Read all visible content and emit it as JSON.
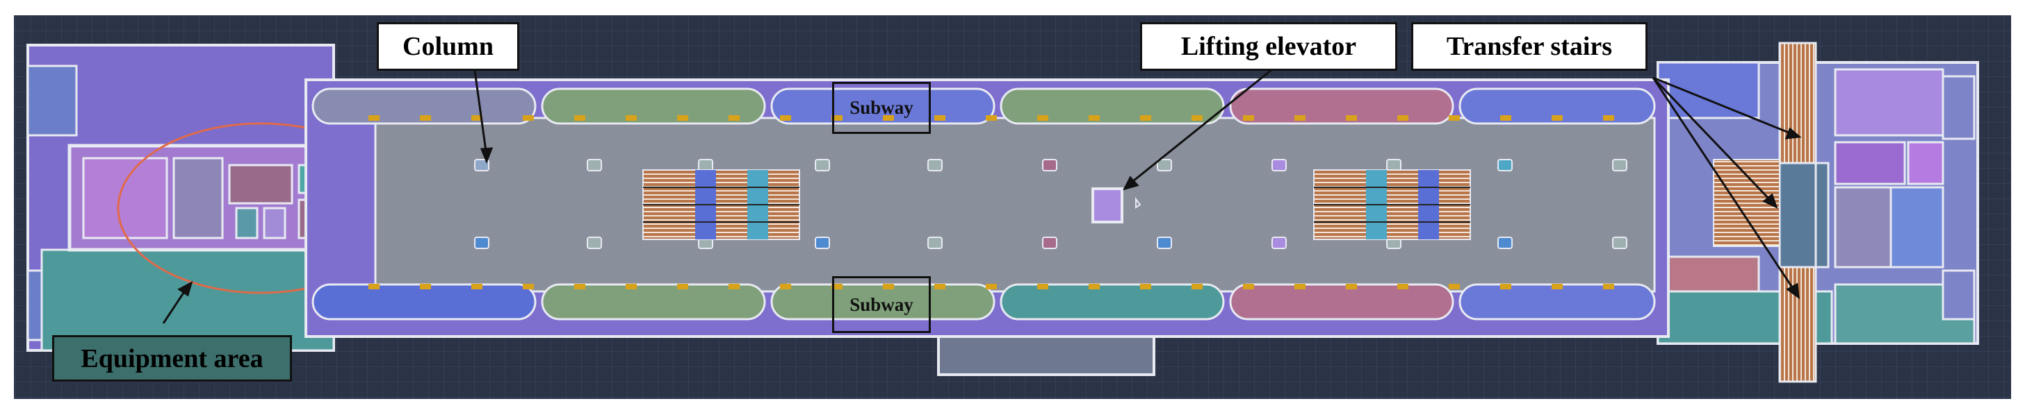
{
  "labels": {
    "column": "Column",
    "lifting_elevator": "Lifting elevator",
    "transfer_stairs": "Transfer stairs",
    "equipment_area": "Equipment area",
    "subway_top": "Subway",
    "subway_bottom": "Subway"
  },
  "colors": {
    "background_grid": "#2b3347",
    "platform": "#8a8f9c",
    "outline": "#e8eaf2",
    "purple_zone": "#8b6fd0",
    "blue_zone": "#5a6fd6",
    "teal_zone": "#4e9a9a",
    "green_zone": "#7fa07a",
    "pink_zone": "#b27090",
    "stairs": "#b8754a",
    "elevator": "#a98be0",
    "yellow_marks": "#d9a21b",
    "equipment_ellipse": "#e06a4a",
    "callout_dark_bg": "#3d6f6c"
  }
}
